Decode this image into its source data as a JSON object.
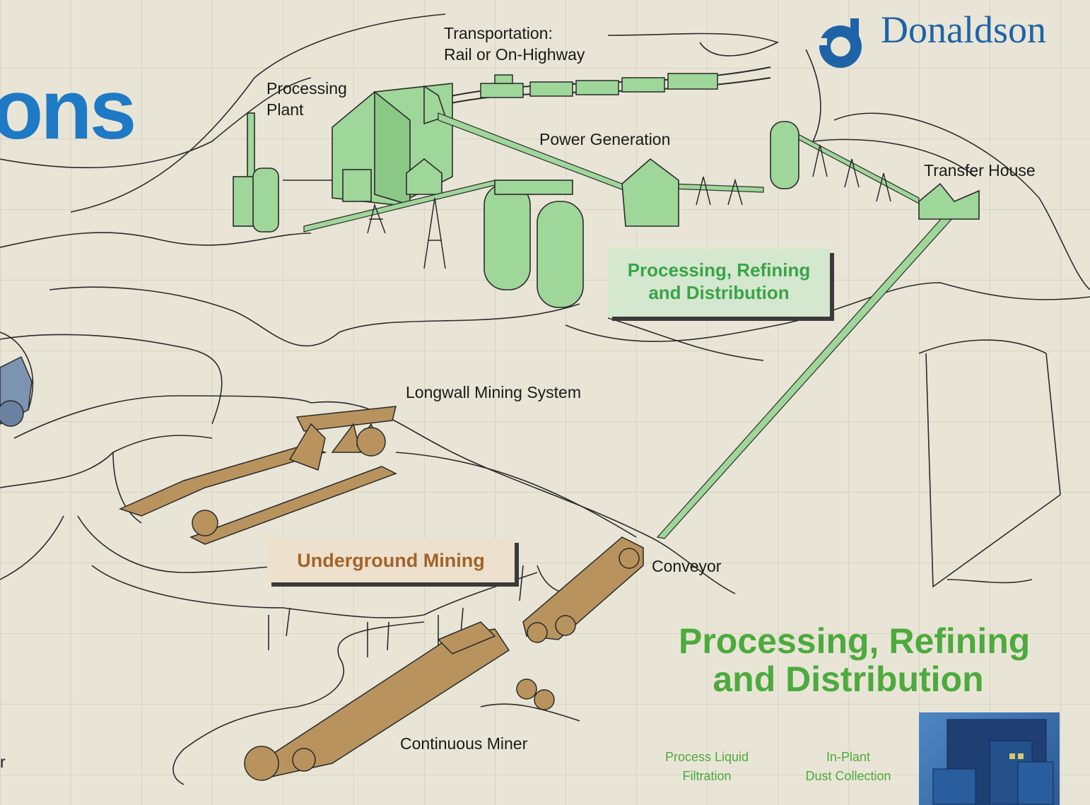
{
  "brand": {
    "title_fragment": "ons",
    "company_name": "Donaldson",
    "colors": {
      "logo_blue": "#1e63a8",
      "title_blue": "#1e7ac4"
    }
  },
  "labels": {
    "transportation": [
      "Transportation:",
      "Rail or On-Highway"
    ],
    "processing_plant": [
      "Processing",
      "Plant"
    ],
    "power_generation": "Power Generation",
    "transfer_house": "Transfer House",
    "longwall": "Longwall Mining System",
    "conveyor": "Conveyor",
    "continuous_miner": "Continuous Miner",
    "left_fragment": "r"
  },
  "callouts": {
    "processing": [
      "Processing, Refining",
      "and Distribution"
    ],
    "underground": "Underground Mining"
  },
  "section": {
    "title": [
      "Processing, Refining",
      "and Distribution"
    ],
    "items": [
      [
        "Process Liquid",
        "Filtration"
      ],
      [
        "In-Plant",
        "Dust Collection"
      ]
    ]
  },
  "colors": {
    "background": "#e9e5d6",
    "grid": "#d3cfbc",
    "facility_green": "#9fd69a",
    "equipment_brown": "#b8935e",
    "truck_blue": "#7d93b2",
    "accent_green": "#4daa3e",
    "accent_brown": "#a0642a"
  },
  "icons": [
    "donaldson-logo-icon",
    "truck-icon",
    "dust-collector-photo-icon"
  ]
}
